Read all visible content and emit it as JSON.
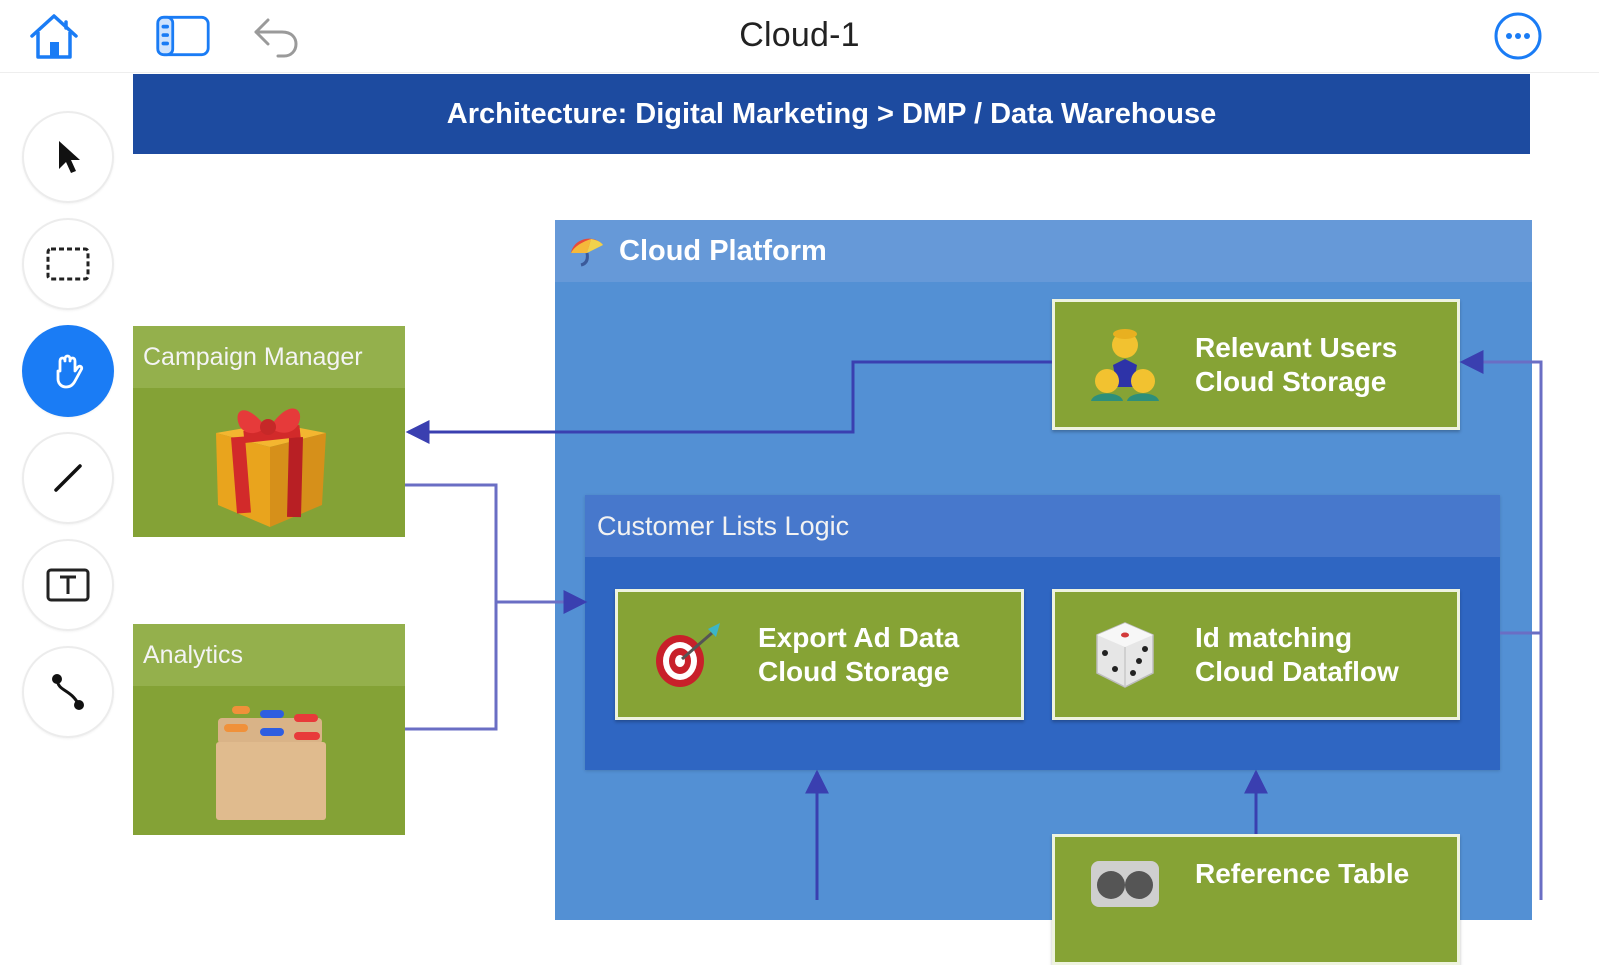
{
  "topbar": {
    "title": "Cloud-1",
    "home_icon": "home-icon",
    "sidebar_icon": "sidebar-toggle-icon",
    "undo_icon": "undo-icon",
    "more_icon": "more-options-icon"
  },
  "tools": [
    {
      "name": "select",
      "icon": "pointer-arrow-icon",
      "active": false
    },
    {
      "name": "marquee",
      "icon": "dashed-rectangle-icon",
      "active": false
    },
    {
      "name": "pan",
      "icon": "hand-icon",
      "active": true
    },
    {
      "name": "line",
      "icon": "line-icon",
      "active": false
    },
    {
      "name": "text",
      "icon": "text-box-icon",
      "active": false
    },
    {
      "name": "connector",
      "icon": "connector-icon",
      "active": false
    }
  ],
  "diagram": {
    "banner": "Architecture: Digital Marketing > DMP / Data Warehouse",
    "cloud_platform": {
      "title": "Cloud Platform",
      "icon": "umbrella-icon"
    },
    "customer_lists": {
      "title": "Customer Lists Logic"
    },
    "nodes": {
      "relevant_users": {
        "label": "Relevant Users\nCloud Storage",
        "icon": "people-group-icon"
      },
      "export_ad": {
        "label": "Export Ad Data\nCloud Storage",
        "icon": "dart-target-icon"
      },
      "id_matching": {
        "label": "Id matching\nCloud Dataflow",
        "icon": "dice-icon"
      },
      "reference_table": {
        "label": "Reference Table",
        "icon": "reel-icon"
      }
    },
    "external": {
      "campaign_manager": {
        "title": "Campaign Manager",
        "icon": "gift-icon"
      },
      "analytics": {
        "title": "Analytics",
        "icon": "card-file-box-icon"
      }
    }
  },
  "colors": {
    "accent": "#1a7cf5",
    "banner": "#1d4ba0",
    "cloud_platform": "#5390d4",
    "customer_lists": "#2f66c2",
    "node_green": "#86a335",
    "connector": "#3a3fb0"
  }
}
